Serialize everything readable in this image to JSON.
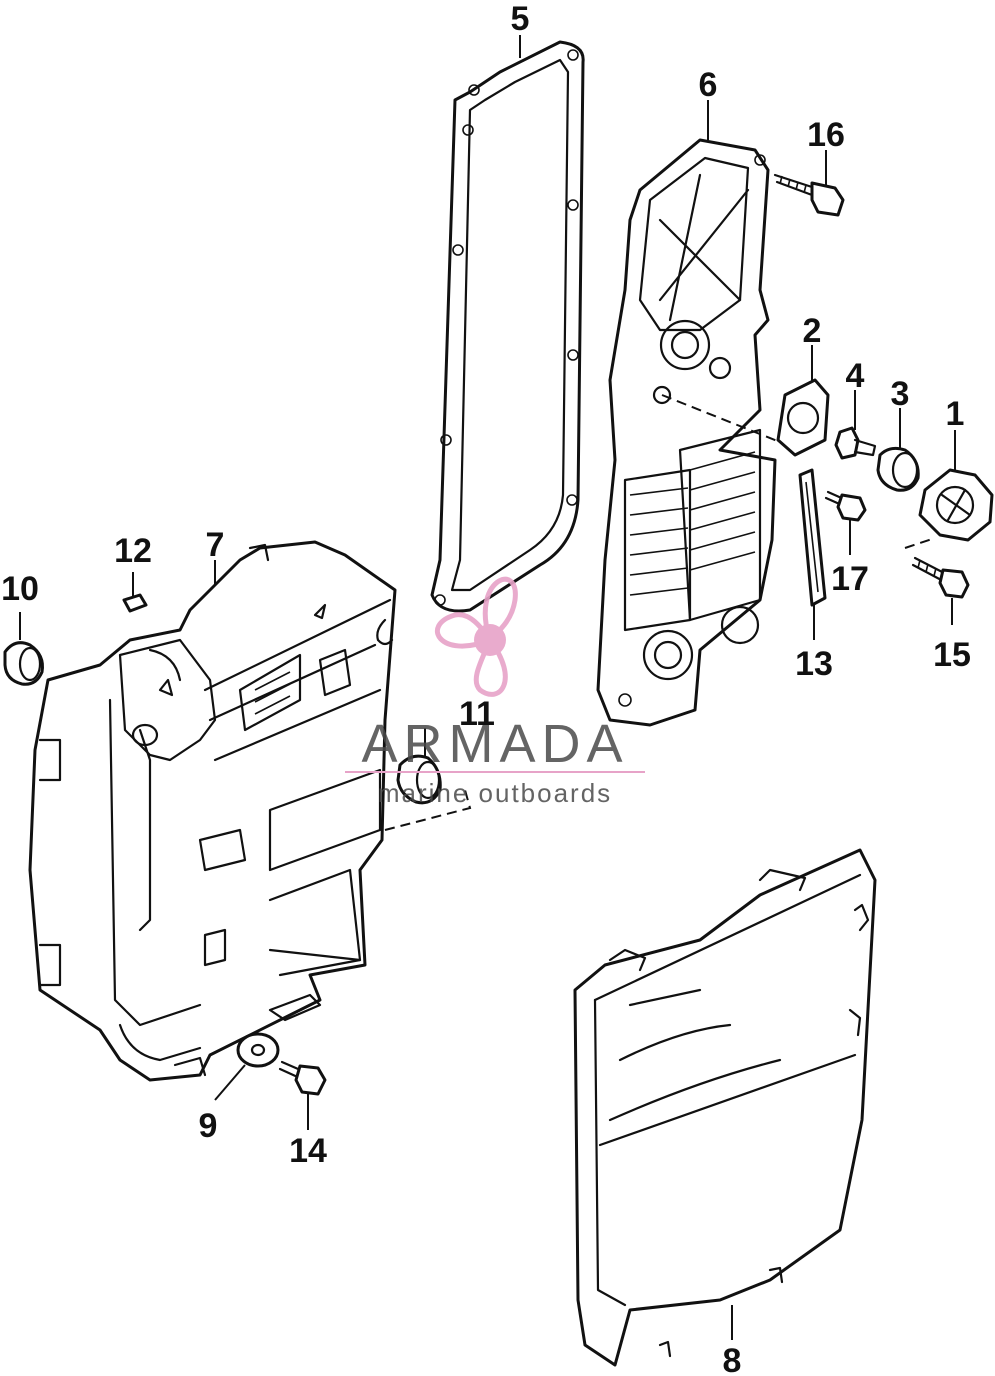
{
  "callouts": [
    {
      "id": "1",
      "text": "1"
    },
    {
      "id": "2",
      "text": "2"
    },
    {
      "id": "3",
      "text": "3"
    },
    {
      "id": "4",
      "text": "4"
    },
    {
      "id": "5",
      "text": "5"
    },
    {
      "id": "6",
      "text": "6"
    },
    {
      "id": "7",
      "text": "7"
    },
    {
      "id": "8",
      "text": "8"
    },
    {
      "id": "9",
      "text": "9"
    },
    {
      "id": "10",
      "text": "10"
    },
    {
      "id": "11",
      "text": "11"
    },
    {
      "id": "12",
      "text": "12"
    },
    {
      "id": "13",
      "text": "13"
    },
    {
      "id": "14",
      "text": "14"
    },
    {
      "id": "15",
      "text": "15"
    },
    {
      "id": "16",
      "text": "16"
    },
    {
      "id": "17",
      "text": "17"
    }
  ],
  "watermark": {
    "brand": "ARMADA",
    "tagline": "marine outboards",
    "color": "#e7a3c8"
  }
}
